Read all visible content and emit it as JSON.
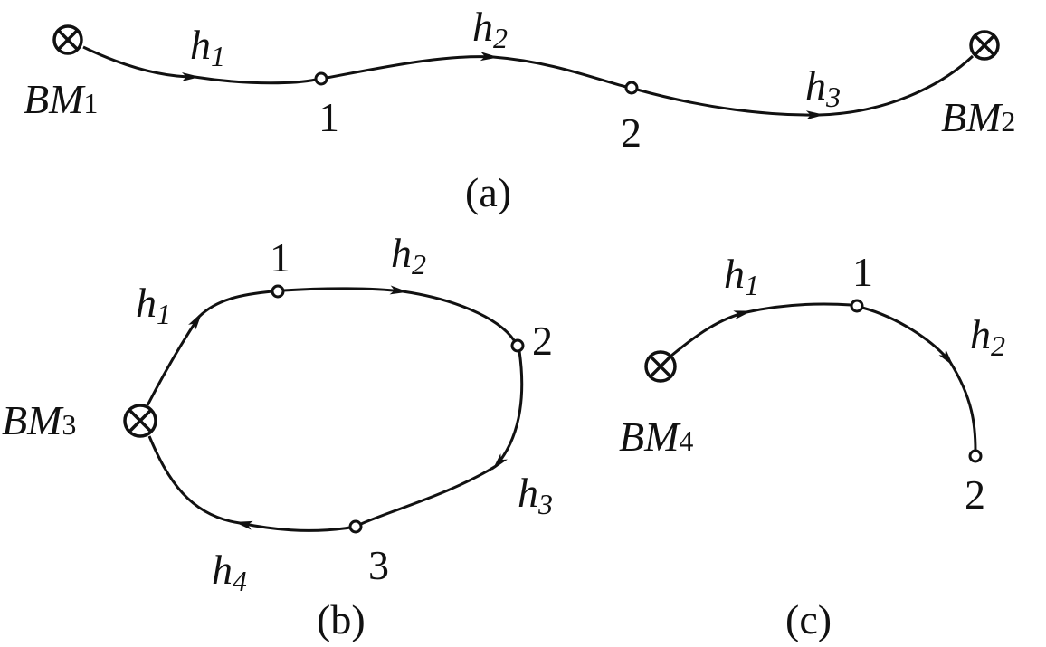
{
  "figures": {
    "a": {
      "caption": "(a)",
      "bm_start": {
        "main": "BM",
        "sub": "1"
      },
      "bm_end": {
        "main": "BM",
        "sub": "2"
      },
      "points": [
        "1",
        "2"
      ],
      "segments": [
        {
          "main": "h",
          "sub": "1"
        },
        {
          "main": "h",
          "sub": "2"
        },
        {
          "main": "h",
          "sub": "3"
        }
      ]
    },
    "b": {
      "caption": "(b)",
      "bm": {
        "main": "BM",
        "sub": "3"
      },
      "points": [
        "1",
        "2",
        "3"
      ],
      "segments": [
        {
          "main": "h",
          "sub": "1"
        },
        {
          "main": "h",
          "sub": "2"
        },
        {
          "main": "h",
          "sub": "3"
        },
        {
          "main": "h",
          "sub": "4"
        }
      ]
    },
    "c": {
      "caption": "(c)",
      "bm": {
        "main": "BM",
        "sub": "4"
      },
      "points": [
        "1",
        "2"
      ],
      "segments": [
        {
          "main": "h",
          "sub": "1"
        },
        {
          "main": "h",
          "sub": "2"
        }
      ]
    }
  }
}
